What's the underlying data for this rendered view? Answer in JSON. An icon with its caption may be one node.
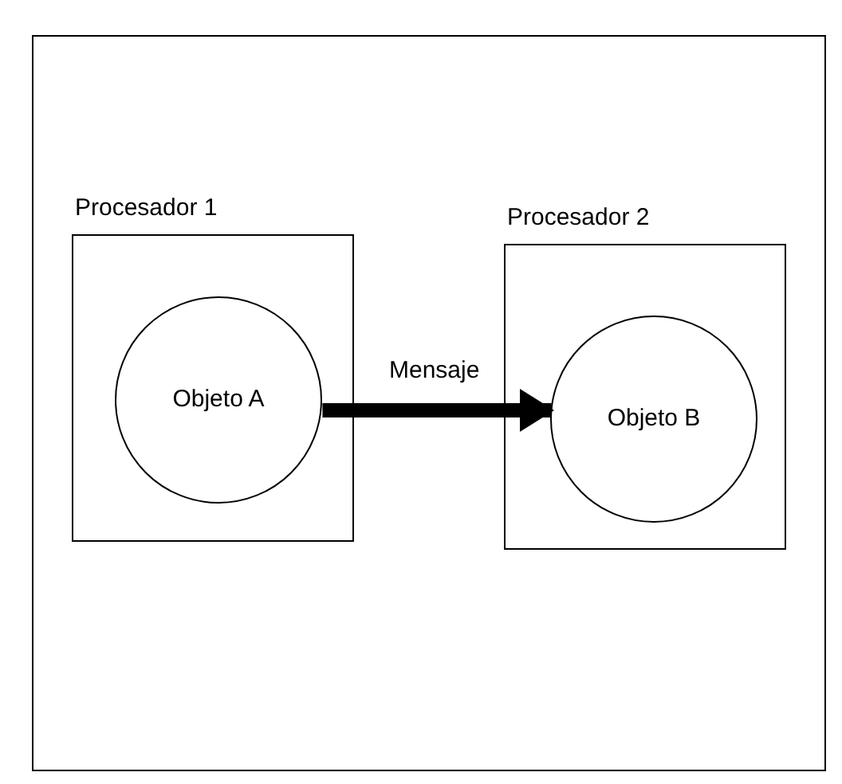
{
  "diagram": {
    "nodes": [
      {
        "text": [
          "Procesador 1"
        ]
      },
      {
        "text": [
          "Objeto A"
        ],
        "in": 0
      },
      {
        "text": [
          "Procesador 2"
        ]
      },
      {
        "text": [
          "Objeto B"
        ],
        "in": 2
      }
    ],
    "edges": [
      {
        "from": 1,
        "to": 3,
        "arrow": "to",
        "label": "Mensaje"
      }
    ]
  }
}
